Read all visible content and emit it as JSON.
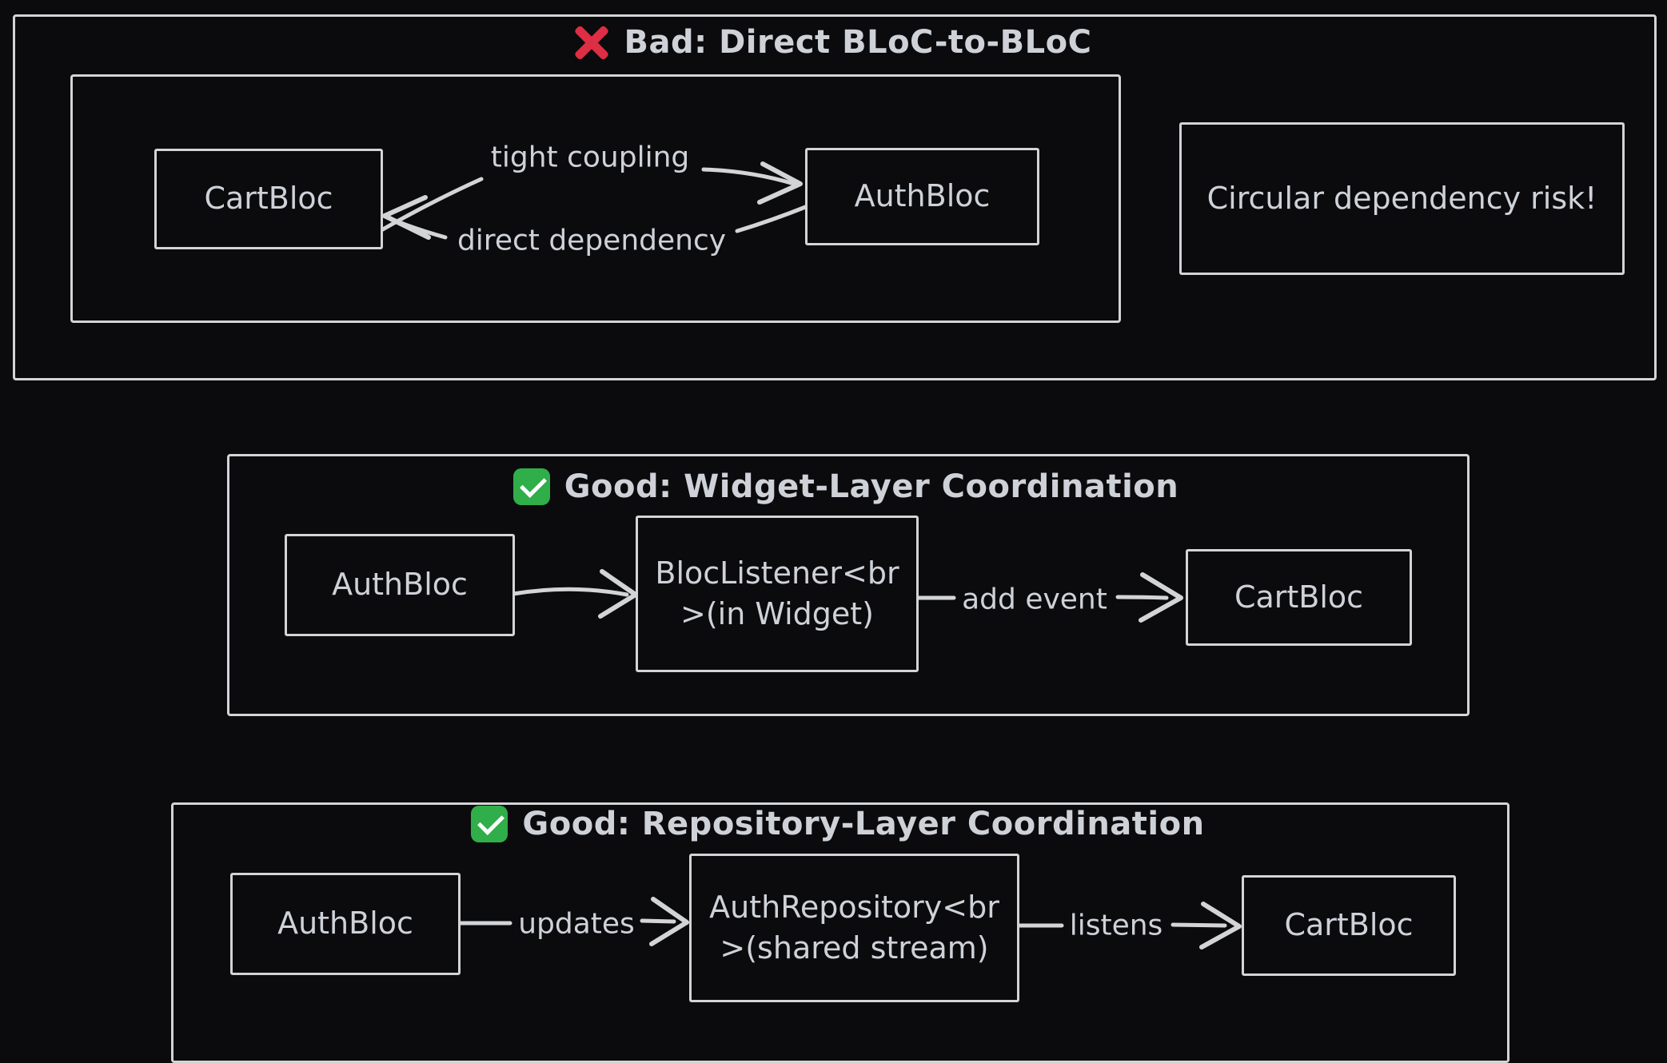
{
  "theme": {
    "background": "#0b0b0d",
    "stroke_color": "#d2d4d6",
    "text_color": "#ced2d8",
    "bad_icon_color": "#dd2e44",
    "good_icon_color": "#2fae49"
  },
  "sections": {
    "bad": {
      "icon": "cross-mark",
      "title": "Bad: Direct BLoC-to-BLoC",
      "cart_label": "CartBloc",
      "auth_label": "AuthBloc",
      "risk_label": "Circular dependency risk!",
      "edge_tight": "tight coupling",
      "edge_direct": "direct dependency"
    },
    "widget": {
      "icon": "check-mark",
      "title": "Good: Widget-Layer Coordination",
      "auth_label": "AuthBloc",
      "listener_line1": "BlocListener<br",
      "listener_line2": ">(in Widget)",
      "cart_label": "CartBloc",
      "edge_add": "add event"
    },
    "repo": {
      "icon": "check-mark",
      "title": "Good: Repository-Layer Coordination",
      "auth_label": "AuthBloc",
      "repo_line1": "AuthRepository<br",
      "repo_line2": ">(shared stream)",
      "cart_label": "CartBloc",
      "edge_updates": "updates",
      "edge_listens": "listens"
    }
  }
}
